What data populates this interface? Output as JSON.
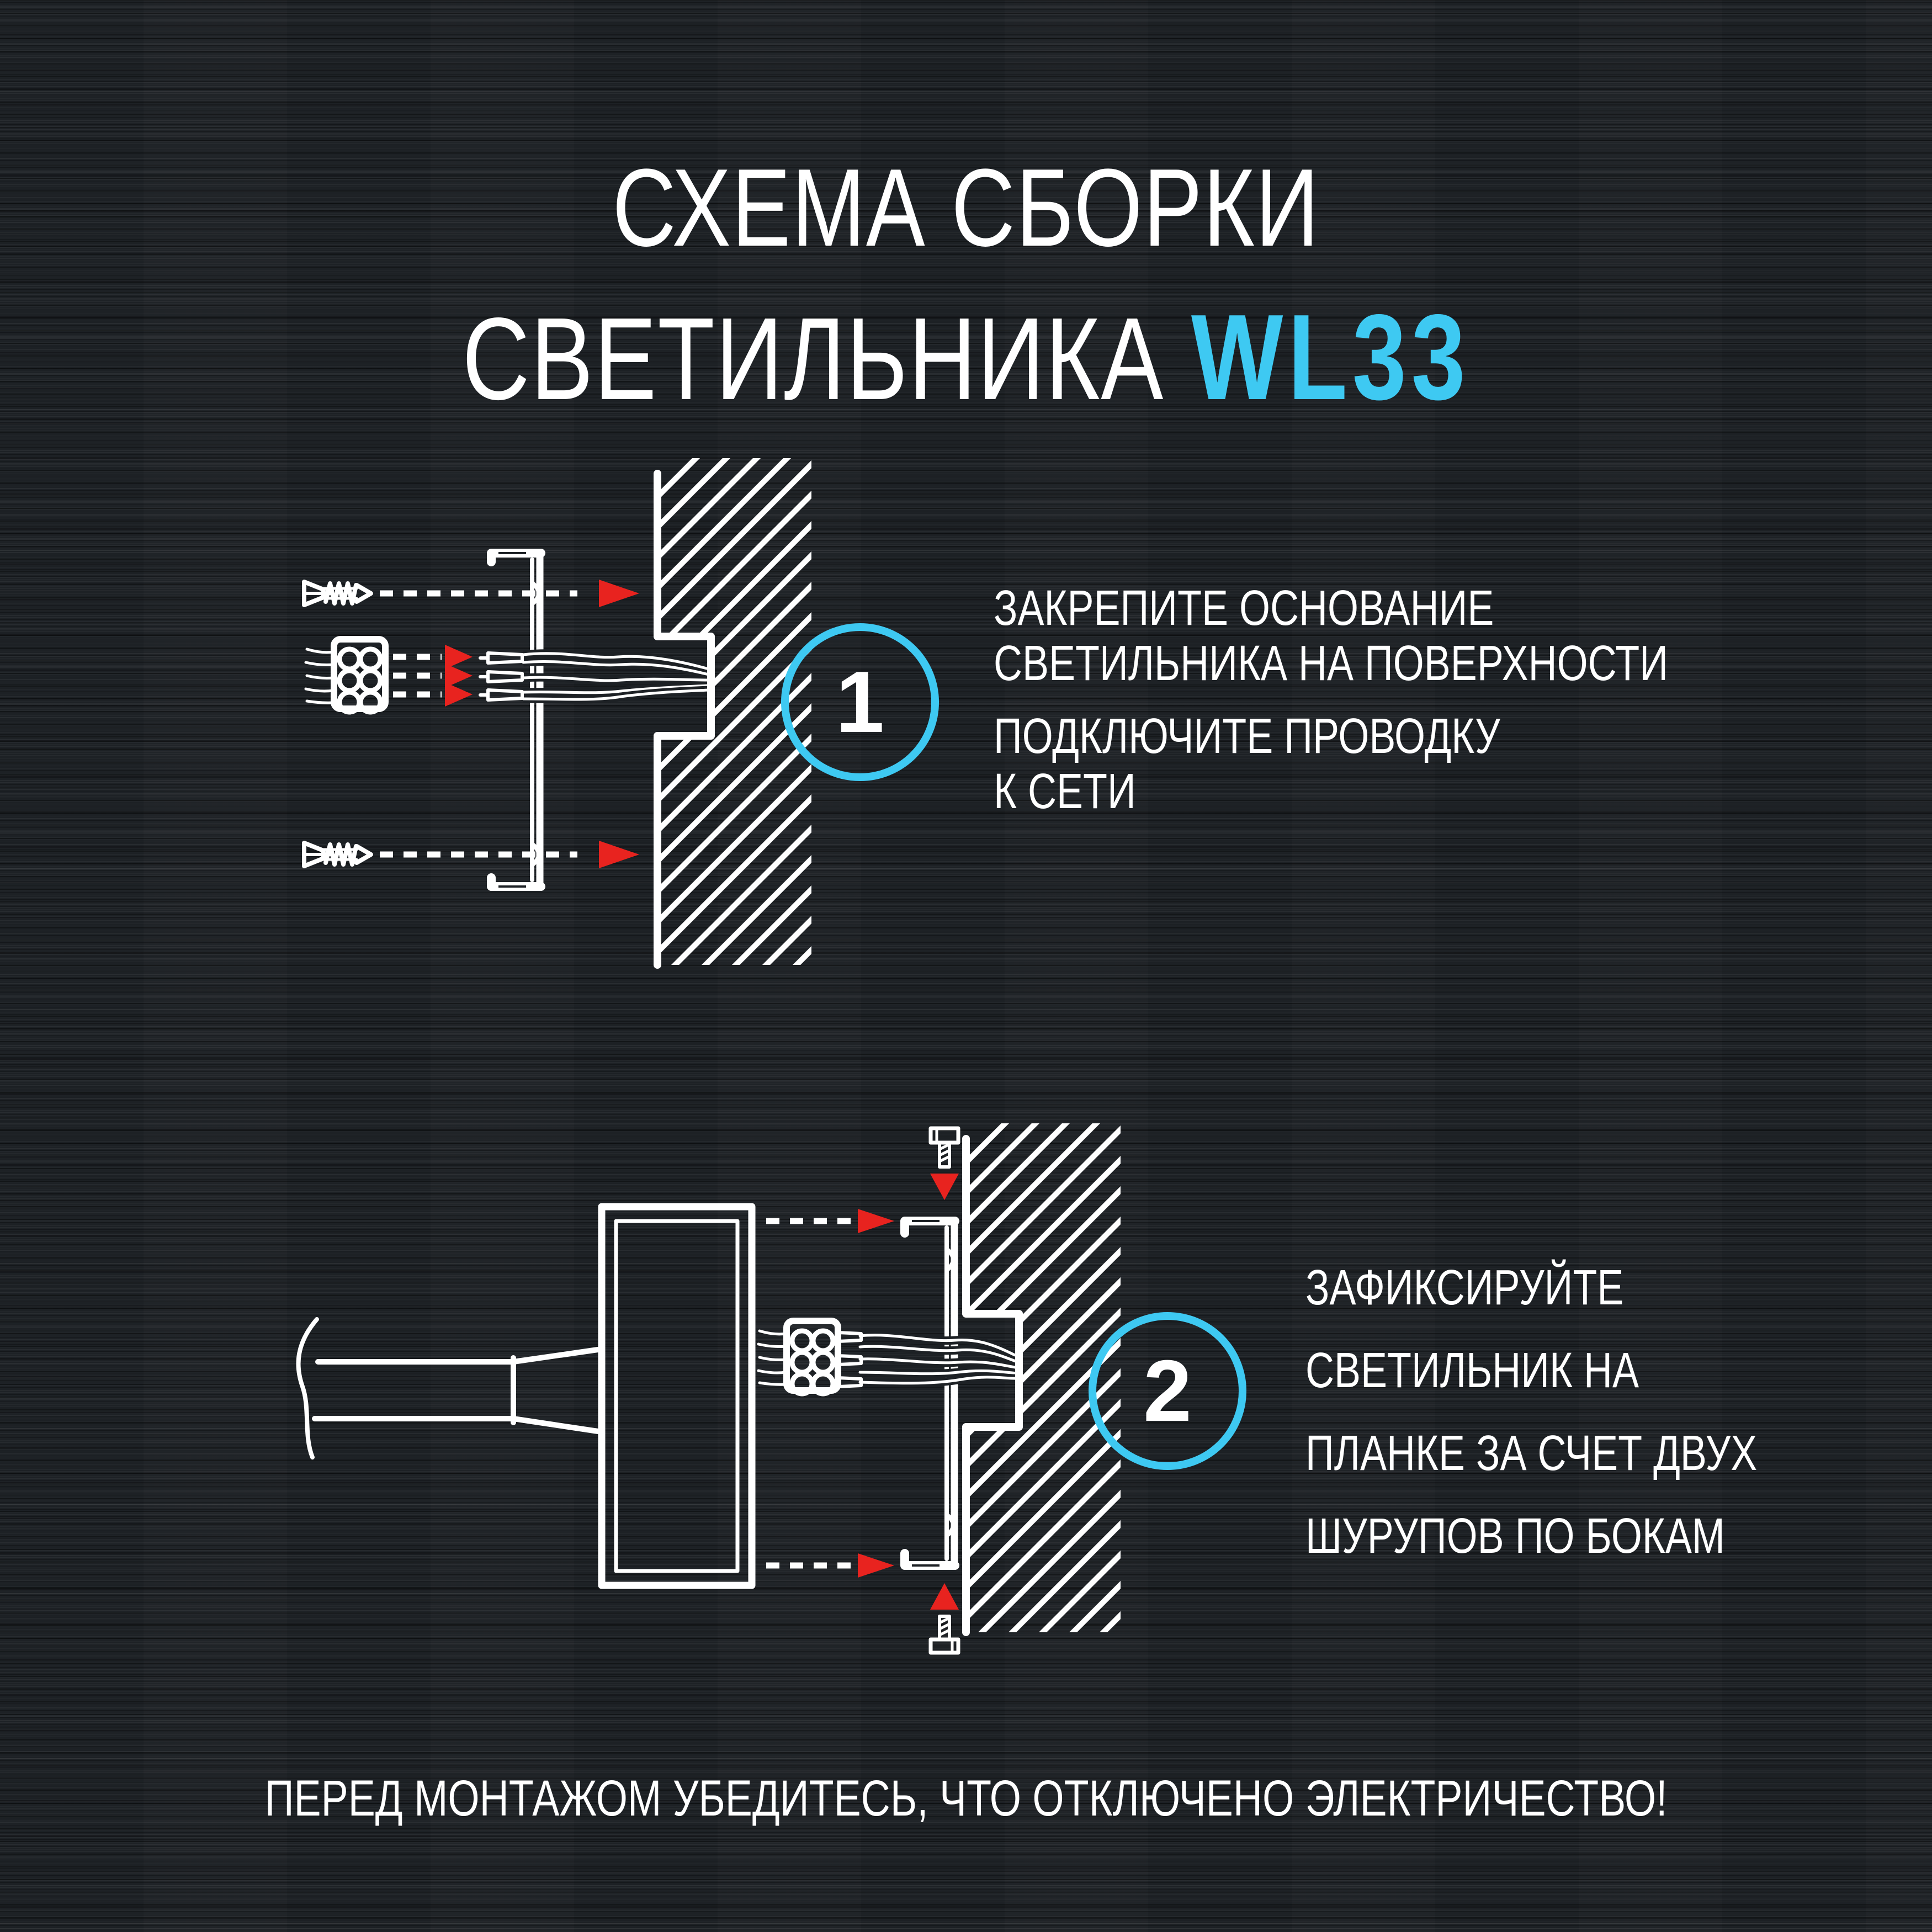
{
  "poster": {
    "language": "ru",
    "background_color": "#1d2125",
    "accent_color": "#3ec9f2",
    "arrow_color": "#e8231f",
    "line_color": "#ffffff"
  },
  "title": {
    "line1": "СХЕМА СБОРКИ",
    "line2_prefix": "СВЕТИЛЬНИКА ",
    "model": "WL33"
  },
  "steps": [
    {
      "number": "1",
      "lines": [
        "ЗАКРЕПИТЕ ОСНОВАНИЕ",
        "СВЕТИЛЬНИКА НА ПОВЕРХНОСТИ",
        "ПОДКЛЮЧИТЕ ПРОВОДКУ",
        "К СЕТИ"
      ]
    },
    {
      "number": "2",
      "lines": [
        "ЗАФИКСИРУЙТЕ",
        "СВЕТИЛЬНИК НА",
        "ПЛАНКЕ ЗА СЧЕТ ДВУХ",
        "ШУРУПОВ ПО БОКАМ"
      ]
    }
  ],
  "warning": "ПЕРЕД МОНТАЖОМ УБЕДИТЕСЬ, ЧТО ОТКЛЮЧЕНО ЭЛЕКТРИЧЕСТВО!",
  "icons": {
    "diagram1": [
      "screw-icon",
      "wire-connector-icon",
      "mounting-plate-icon",
      "wall-section-icon",
      "wires-icon",
      "red-arrow-icon",
      "dashed-guide"
    ],
    "diagram2": [
      "lamp-body-icon",
      "machine-screw-icon",
      "wire-connector-icon",
      "mounting-plate-icon",
      "wall-section-icon",
      "wires-icon",
      "red-arrow-icon",
      "dashed-guide"
    ]
  }
}
